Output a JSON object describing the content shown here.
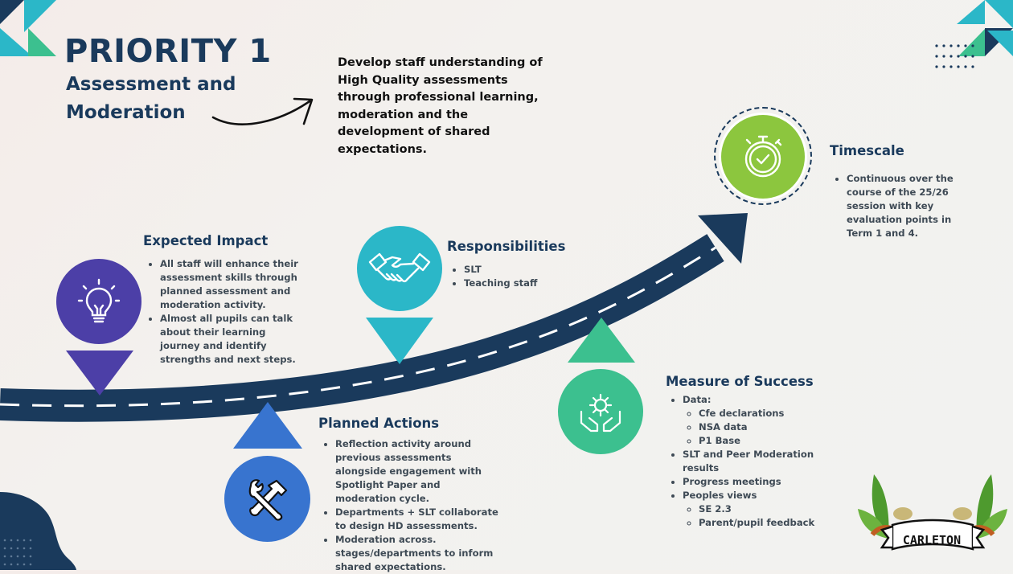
{
  "header": {
    "title": "PRIORITY 1",
    "subtitle": "Assessment and Moderation"
  },
  "intro": "Develop staff understanding of High Quality assessments through professional learning, moderation and the development of shared expectations.",
  "colors": {
    "navy": "#1a3a5c",
    "purple": "#4c3fa7",
    "teal": "#2bb7c8",
    "blue": "#3874cf",
    "green": "#3cc08f",
    "lime": "#8cc63e"
  },
  "sections": {
    "expected_impact": {
      "heading": "Expected Impact",
      "icon": "lightbulb-icon",
      "items": [
        "All staff will enhance their assessment skills through planned assessment and moderation activity.",
        "Almost all pupils can talk about their learning journey and identify strengths and next steps."
      ]
    },
    "responsibilities": {
      "heading": "Responsibilities",
      "icon": "handshake-icon",
      "items": [
        "SLT",
        "Teaching staff"
      ]
    },
    "planned_actions": {
      "heading": "Planned Actions",
      "icon": "tools-icon",
      "items": [
        "Reflection activity around previous assessments alongside engagement with Spotlight Paper and moderation cycle.",
        "Departments + SLT collaborate to design HD assessments.",
        "Moderation across. stages/departments to inform shared expectations."
      ]
    },
    "measure_of_success": {
      "heading": "Measure of Success",
      "icon": "gear-hands-icon",
      "items": {
        "data_label": "Data:",
        "data_sub": [
          "Cfe declarations",
          "NSA data",
          "P1 Base"
        ],
        "slt": "SLT and Peer Moderation results",
        "progress": "Progress meetings",
        "peoples_label": "Peoples views",
        "peoples_sub": [
          "SE 2.3",
          "Parent/pupil feedback"
        ]
      }
    },
    "timescale": {
      "heading": "Timescale",
      "icon": "stopwatch-icon",
      "items": [
        "Continuous over the course of the 25/26 session with key evaluation points in Term 1 and 4."
      ]
    }
  },
  "logo": {
    "text": "CARLETON"
  }
}
